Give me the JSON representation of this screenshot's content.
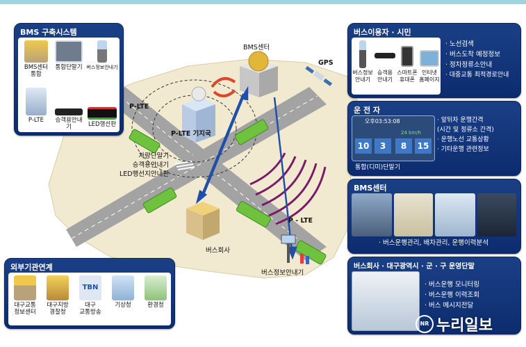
{
  "top_left_panel": {
    "title": "BMS 구축시스템",
    "items": [
      {
        "label": "BMS센터\n통합",
        "icon": "building-icon"
      },
      {
        "label": "통합단말기",
        "icon": "terminal-icon"
      },
      {
        "label": "버스정보안내기",
        "icon": "bus-info-display-icon"
      },
      {
        "label": "P-LTE",
        "icon": "p-lte-icon"
      },
      {
        "label": "승객용안내기",
        "icon": "passenger-display-icon"
      },
      {
        "label": "LED행선판",
        "icon": "led-sign-icon"
      }
    ]
  },
  "bus_user_panel": {
    "title": "버스이용자 · 시민",
    "items": [
      {
        "label": "버스정보\n안내기",
        "icon": "bus-stop-display-icon"
      },
      {
        "label": "승객용\n안내기",
        "icon": "passenger-display-icon"
      },
      {
        "label": "스마트폰\n휴대폰",
        "icon": "smartphone-icon"
      },
      {
        "label": "인터넷\n홈페이지",
        "icon": "internet-icon"
      }
    ],
    "bullets": [
      "노선검색",
      "버스도착 예정정보",
      "정차정류소안내",
      "대중교통 최적경로안내"
    ]
  },
  "driver_panel": {
    "title": "운 전 자",
    "screen_time": "오후03:53:08",
    "screen_speed": "24 km/h",
    "screen_numbers": [
      "10",
      "3",
      "8",
      "15"
    ],
    "caption": "통합(디미)단말기",
    "bullets": [
      "앞뒤차 운행간격\n(시간 및 정류소 간격)",
      "운행노선 교통상황",
      "기타운행 관련정보"
    ]
  },
  "bms_center_panel": {
    "title": "BMS센터",
    "bullet": "버스운행관리, 배차관리, 운행이력분석"
  },
  "bus_company_panel": {
    "title": "버스회사 · 대구광역시 · 군 · 구 운영단말",
    "bullets": [
      "버스운행 모니터링",
      "버스운행 이력조회",
      "버스 메시지전달"
    ]
  },
  "external_panel": {
    "title": "외부기관연계",
    "items": [
      {
        "label": "대구교통\n정보센터",
        "icon": "traffic-center-icon"
      },
      {
        "label": "대구지방\n경찰청",
        "icon": "police-icon"
      },
      {
        "label": "대구\n교통방송",
        "icon": "tbn-icon"
      },
      {
        "label": "기상청",
        "icon": "weather-icon"
      },
      {
        "label": "환경청",
        "icon": "environment-icon"
      }
    ],
    "tbn_text": "TBN"
  },
  "map_labels": {
    "bms_center": "BMS센터",
    "gps": "GPS",
    "plte_left": "P-LTE",
    "plte_base": "P-LTE 기지국",
    "onboard": "차량단말기\n승객용안내기\nLED행선지안내판",
    "plte_bottom": "P - LTE",
    "bus_company": "버스회사",
    "bus_info_display": "버스정보안내기"
  },
  "watermark": "누리일보",
  "watermark_badge": "NR",
  "colors": {
    "panel": "#13367a",
    "map_land": "#f2ead0",
    "road": "#9a9a9a",
    "bus": "#6fc23e",
    "arrow": "#1f4fa8",
    "signal": "#7a1b6a"
  }
}
